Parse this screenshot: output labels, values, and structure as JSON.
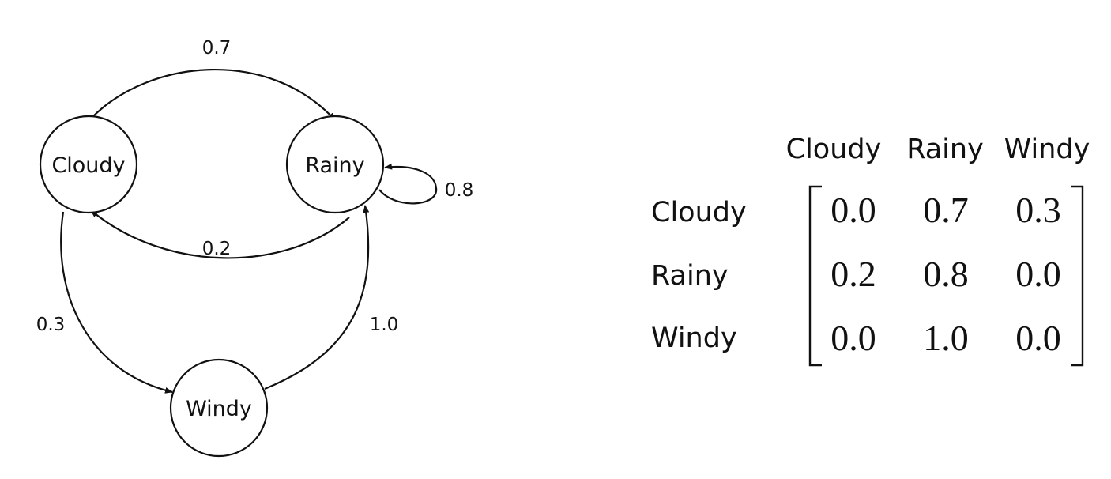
{
  "diagram": {
    "nodes": {
      "cloudy": "Cloudy",
      "rainy": "Rainy",
      "windy": "Windy"
    },
    "edges": {
      "cloudy_to_rainy": "0.7",
      "rainy_to_rainy": "0.8",
      "rainy_to_cloudy": "0.2",
      "cloudy_to_windy": "0.3",
      "windy_to_rainy": "1.0"
    }
  },
  "matrix": {
    "column_headers": [
      "Cloudy",
      "Rainy",
      "Windy"
    ],
    "row_headers": [
      "Cloudy",
      "Rainy",
      "Windy"
    ],
    "rows": [
      [
        "0.0",
        "0.7",
        "0.3"
      ],
      [
        "0.2",
        "0.8",
        "0.0"
      ],
      [
        "0.0",
        "1.0",
        "0.0"
      ]
    ]
  }
}
